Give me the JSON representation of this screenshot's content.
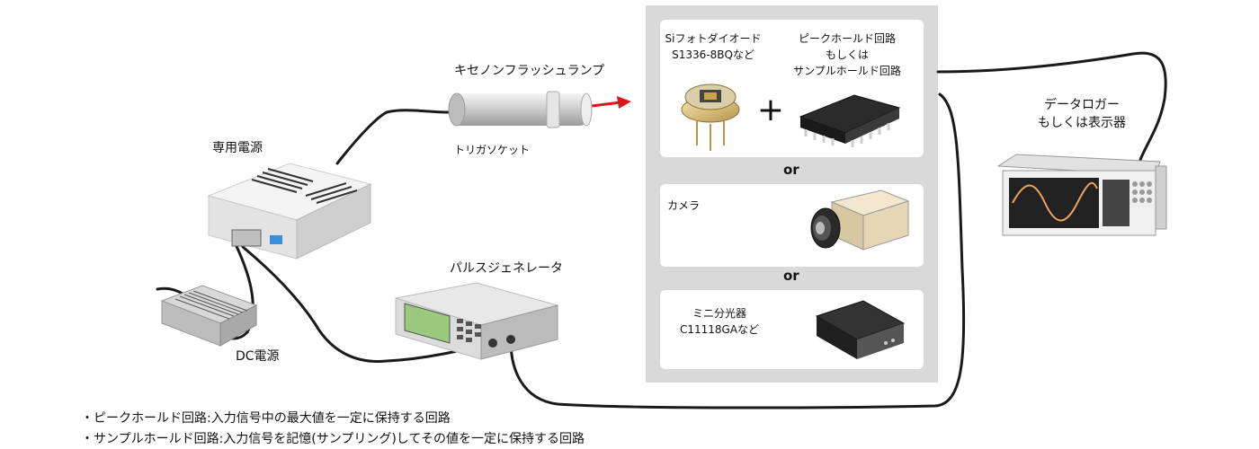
{
  "labels": {
    "xenon_lamp": "キセノンフラッシュランプ",
    "trigger_socket": "トリガソケット",
    "power_supply": "専用電源",
    "dc_power": "DC電源",
    "pulse_generator": "パルスジェネレータ",
    "photodiode_line1": "Siフォトダイオード",
    "photodiode_line2": "S1336-8BQなど",
    "peak_hold_line1": "ピークホールド回路",
    "peak_hold_line2": "もしくは",
    "peak_hold_line3": "サンプルホールド回路",
    "camera": "カメラ",
    "spectrometer_line1": "ミニ分光器",
    "spectrometer_line2": "C11118GAなど",
    "logger_line1": "データロガー",
    "logger_line2": "もしくは表示器",
    "plus": "+",
    "or1": "or",
    "or2": "or"
  },
  "notes": [
    "・ピークホールド回路:入力信号中の最大値を一定に保持する回路",
    "・サンプルホールド回路:入力信号を記憶(サンプリング)してその値を一定に保持する回路"
  ],
  "colors": {
    "panel_bg": "#d9d9d9",
    "box_bg": "#ffffff",
    "cable": "#1a1a1a",
    "arrow": "#e0161b",
    "lcd": "#9bc97d",
    "blue_port": "#3a8fd6"
  }
}
